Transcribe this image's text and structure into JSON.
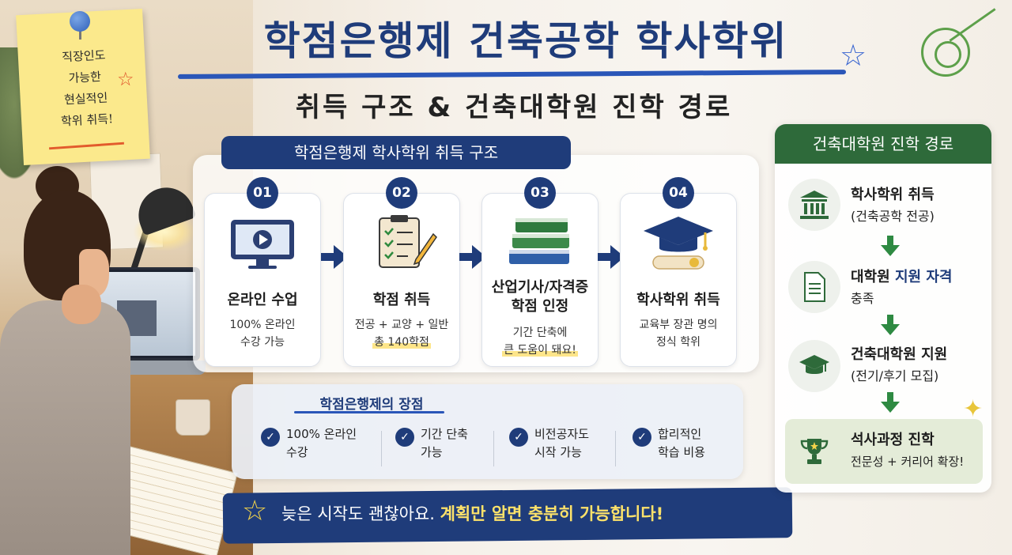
{
  "sticky_note": {
    "lines": [
      "직장인도",
      "가능한",
      "현실적인",
      "학위 취득!"
    ]
  },
  "title": "학점은행제 건축공학 학사학위",
  "subtitle": "취득 구조 & 건축대학원 진학 경로",
  "structure": {
    "heading": "학점은행제 학사학위 취득 구조",
    "steps": [
      {
        "num": "01",
        "icon": "monitor-play-icon",
        "title": "온라인 수업",
        "desc_line1": "100% 온라인",
        "desc_line2": "수강 가능"
      },
      {
        "num": "02",
        "icon": "clipboard-checklist-icon",
        "title": "학점 취득",
        "desc_line1": "전공 + 교양 + 일반",
        "desc_line2": "총 140학점"
      },
      {
        "num": "03",
        "icon": "books-stack-icon",
        "title_line1": "산업기사/자격증",
        "title_line2": "학점 인정",
        "desc_line1": "기간 단축에",
        "desc_line2": "큰 도움이 돼요!"
      },
      {
        "num": "04",
        "icon": "graduation-cap-diploma-icon",
        "title": "학사학위 취득",
        "desc_line1": "교육부 장관 명의",
        "desc_line2": "정식 학위"
      }
    ]
  },
  "advantages": {
    "heading": "학점은행제의 장점",
    "items": [
      {
        "line1": "100% 온라인",
        "line2": "수강"
      },
      {
        "line1": "기간 단축",
        "line2": "가능"
      },
      {
        "line1": "비전공자도",
        "line2": "시작 가능"
      },
      {
        "line1": "합리적인",
        "line2": "학습 비용"
      }
    ]
  },
  "banner": {
    "text_plain": "늦은 시작도 괜찮아요.",
    "text_highlight": "계획만 알면 충분히 가능합니다!"
  },
  "path": {
    "heading": "건축대학원 진학 경로",
    "steps": [
      {
        "icon": "bank-building-icon",
        "title": "학사학위 취득",
        "sub": "(건축공학 전공)"
      },
      {
        "icon": "document-icon",
        "title_a": "대학원 ",
        "title_b": "지원 자격",
        "sub": "충족"
      },
      {
        "icon": "graduation-cap-icon",
        "title": "건축대학원 지원",
        "sub": "(전기/후기 모집)"
      },
      {
        "icon": "trophy-icon",
        "title": "석사과정 진학",
        "sub": "전문성 + 커리어 확장!"
      }
    ]
  },
  "colors": {
    "navy": "#1f3c7a",
    "green": "#2e6a3a",
    "highlight": "#fde58a"
  }
}
